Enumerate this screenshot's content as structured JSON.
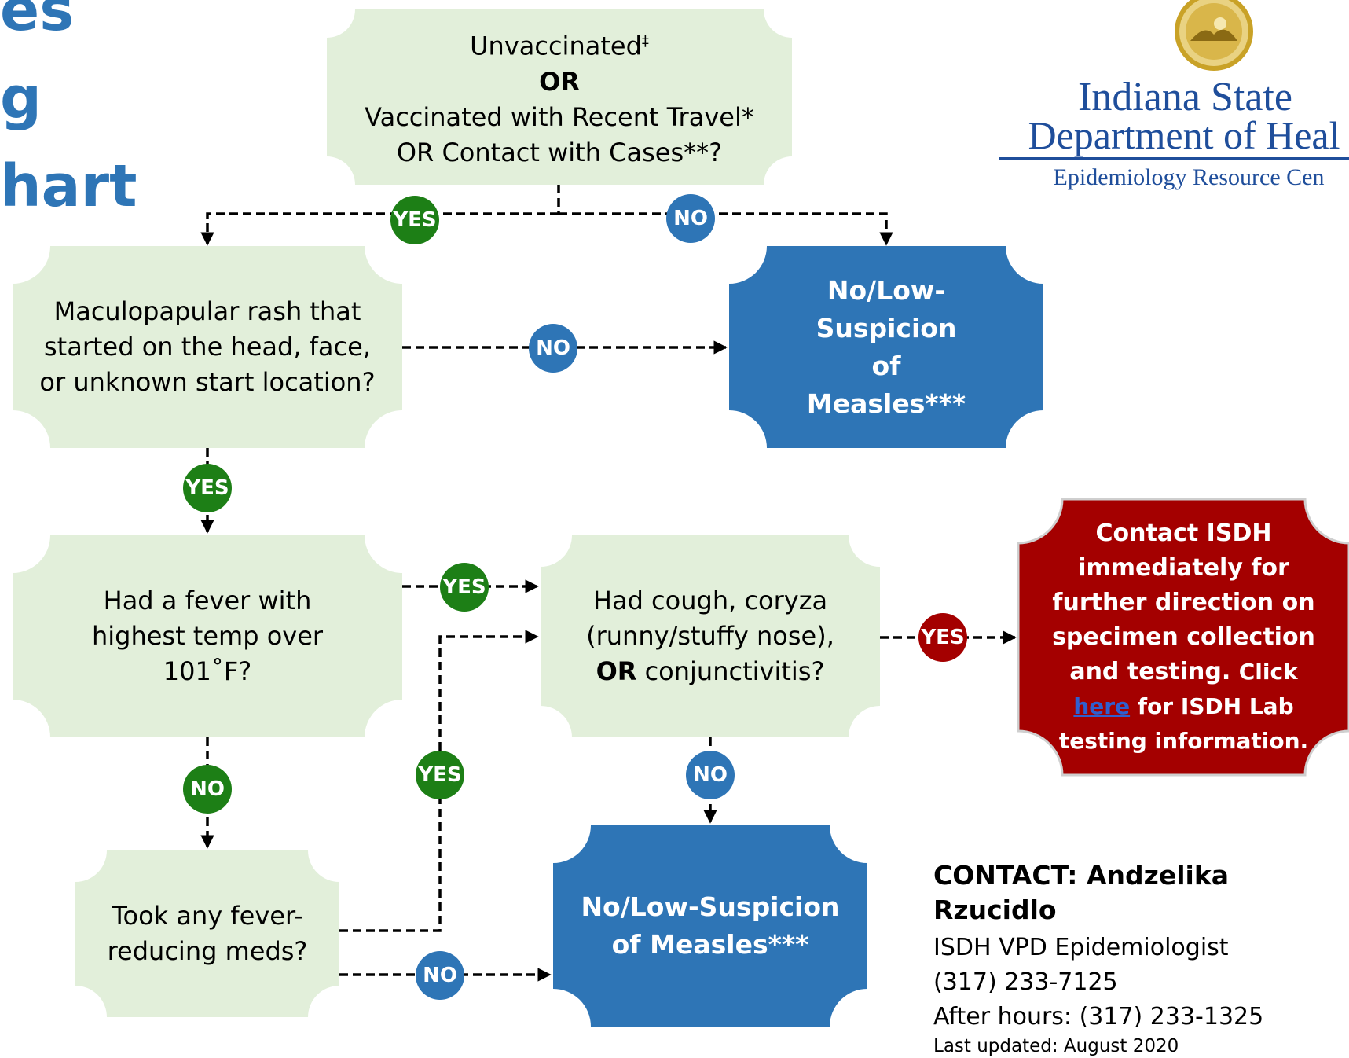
{
  "title": {
    "word1": "es",
    "word2": "g",
    "word3": "hart"
  },
  "logo": {
    "line1": "Indiana State",
    "line2": "Department of Heal",
    "line3": "Epidemiology Resource Cen"
  },
  "nodes": {
    "start": {
      "line1": "Unvaccinated",
      "line1_sup": "‡",
      "line2": "OR",
      "line3": "Vaccinated with Recent Travel*",
      "line4": "OR Contact with Cases**?"
    },
    "rash": {
      "text": "Maculopapular rash that started on the head, face, or unknown start location?"
    },
    "low1": {
      "text": "No/Low-Suspicion of Measles***"
    },
    "fever": {
      "text": "Had a fever with highest temp over 101˚F?"
    },
    "cough": {
      "part1": "Had cough, coryza (runny/stuffy nose),",
      "bold": "OR",
      "part2": " conjunctivitis?"
    },
    "contact_isdh": {
      "bold_text": "Contact ISDH immediately for further direction on specimen collection and testing.",
      "click": "Click",
      "link": "here",
      "rest": " for ISDH Lab testing information."
    },
    "meds": {
      "text": "Took any fever-reducing meds?"
    },
    "low2": {
      "text": "No/Low-Suspicion of Measles***"
    }
  },
  "badges": {
    "yes": "YES",
    "no": "NO"
  },
  "contact": {
    "name": "CONTACT: Andzelika Rzucidlo",
    "role": "ISDH VPD Epidemiologist",
    "phone": "(317) 233-7125",
    "after_hours": "After hours: (317) 233-1325",
    "updated": "Last updated: August 2020"
  },
  "colors": {
    "title_blue": "#2e75b6",
    "light_box": "#e2efda",
    "blue_box": "#2e75b6",
    "red_box": "#a40000",
    "yes_green": "#1d7f16",
    "no_blue": "#2e75b6",
    "logo_navy": "#1f4e9b"
  }
}
